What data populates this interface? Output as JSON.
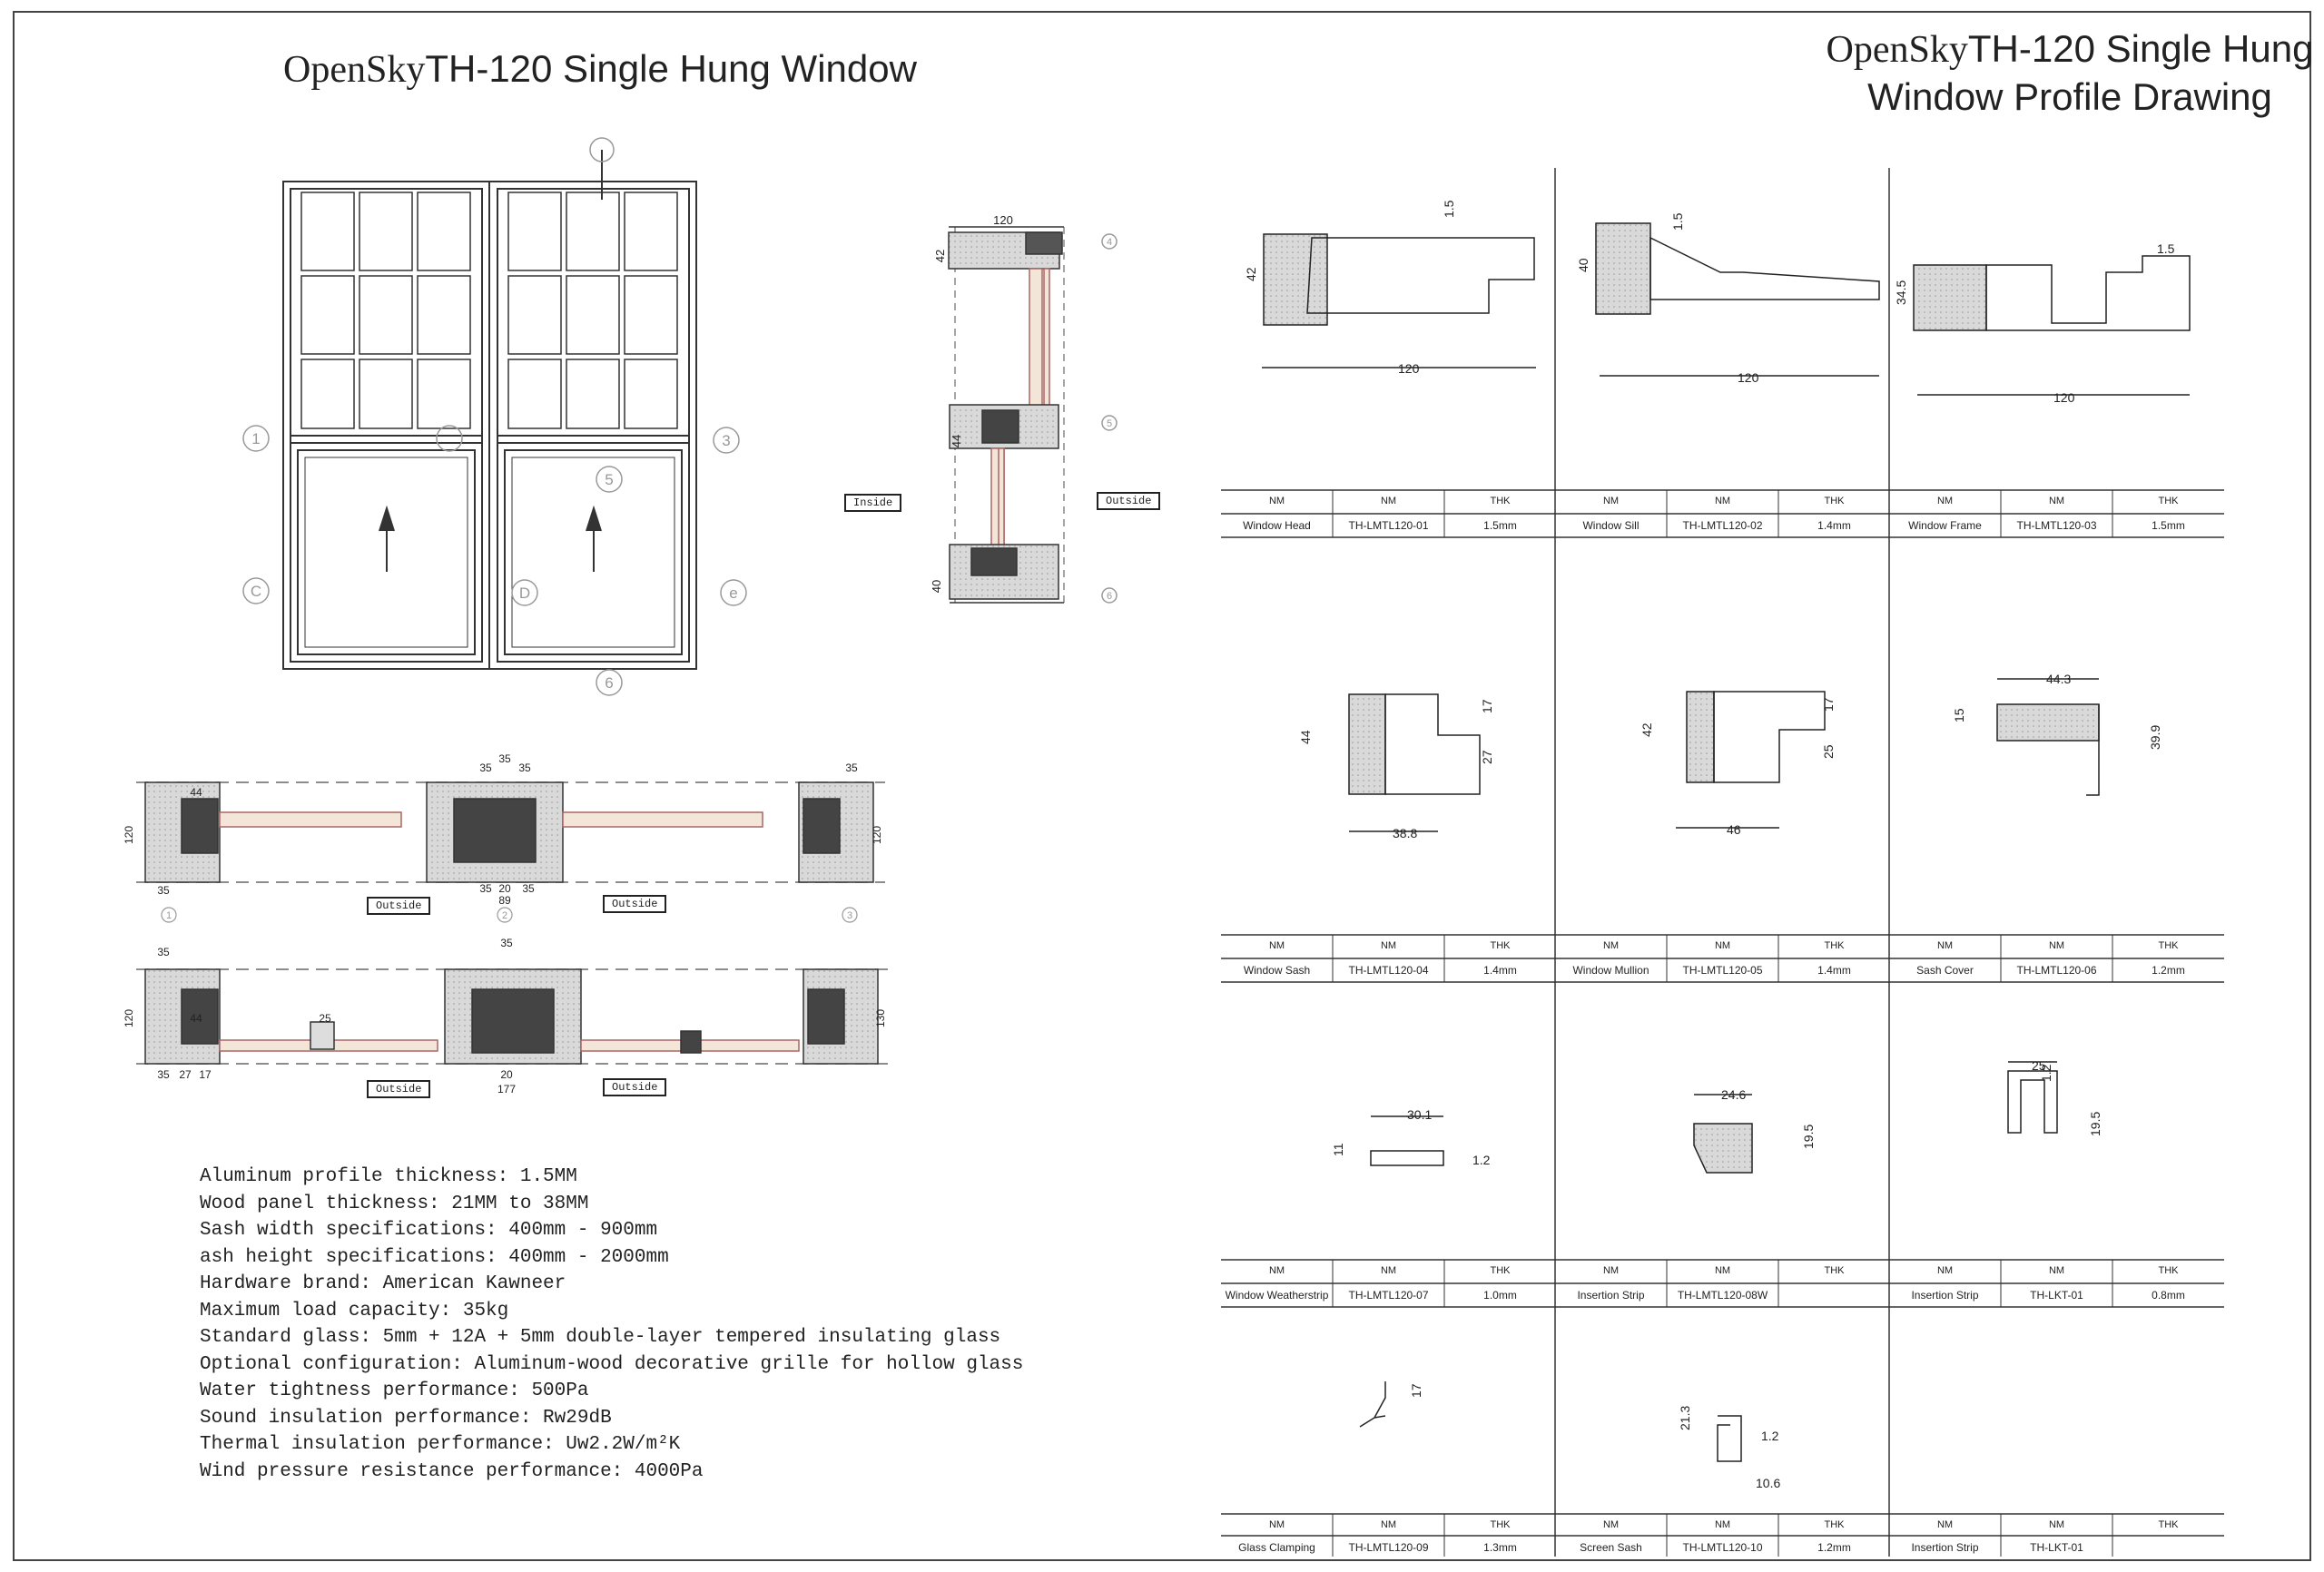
{
  "title_left": {
    "brand": "OpenSky",
    "model": "TH-120 Single Hung Window"
  },
  "title_right": {
    "brand": "OpenSky",
    "model": "TH-120 Single Hung",
    "line2": "Window Profile Drawing"
  },
  "labels": {
    "inside": "Inside",
    "outside": "Outside"
  },
  "callouts": [
    "1",
    "3",
    "C",
    "D",
    "e",
    "4",
    "5",
    "6"
  ],
  "section_dims": {
    "w120": "120",
    "d42": "42",
    "d44": "44",
    "d40": "40"
  },
  "plan_dims": {
    "top": {
      "left_120": "120",
      "d44": "44",
      "d35a": "35",
      "d35b": "35",
      "d35c": "35",
      "d35d": "35",
      "d89": "89",
      "d20": "20",
      "d35e": "35",
      "d35f": "35",
      "right_120": "120",
      "d35g": "35"
    },
    "bottom": {
      "left_120": "120",
      "d35a": "35",
      "d44": "44",
      "d25": "25",
      "d35b": "35",
      "d35c": "35",
      "d27": "27",
      "d17": "17",
      "d177": "177",
      "d20": "20",
      "right_130": "130"
    }
  },
  "circle_nums": {
    "plan1": "1",
    "plan2": "2",
    "plan3": "3"
  },
  "specs": [
    "Aluminum profile thickness: 1.5MM",
    "Wood panel thickness: 21MM to 38MM",
    "Sash width specifications: 400mm - 900mm",
    "ash height specifications: 400mm - 2000mm",
    "Hardware brand: American Kawneer",
    "Maximum load capacity: 35kg",
    "Standard glass: 5mm + 12A + 5mm double-layer tempered insulating glass",
    "Optional configuration: Aluminum-wood decorative grille for hollow glass",
    "Water tightness performance: 500Pa",
    "Sound insulation performance: Rw29dB",
    "Thermal insulation performance: Uw2.2W/m²K",
    "Wind pressure resistance performance: 4000Pa"
  ],
  "table_header": {
    "c1": "NM",
    "c2": "NM",
    "c3": "THK"
  },
  "profiles": [
    {
      "name": "Window Head",
      "code": "TH-LMTL120-01",
      "thk": "1.5mm",
      "dims": [
        "42",
        "1.5",
        "120"
      ]
    },
    {
      "name": "Window Sill",
      "code": "TH-LMTL120-02",
      "thk": "1.4mm",
      "dims": [
        "40",
        "1.5",
        "120"
      ]
    },
    {
      "name": "Window Frame",
      "code": "TH-LMTL120-03",
      "thk": "1.5mm",
      "dims": [
        "34.5",
        "1.5",
        "120"
      ]
    },
    {
      "name": "Window Sash",
      "code": "TH-LMTL120-04",
      "thk": "1.4mm",
      "dims": [
        "44",
        "17",
        "27",
        "38.8"
      ]
    },
    {
      "name": "Window Mullion",
      "code": "TH-LMTL120-05",
      "thk": "1.4mm",
      "dims": [
        "42",
        "17",
        "25",
        "46"
      ]
    },
    {
      "name": "Sash Cover",
      "code": "TH-LMTL120-06",
      "thk": "1.2mm",
      "dims": [
        "44.3",
        "15",
        "39.9"
      ]
    },
    {
      "name": "Window Weatherstrip",
      "code": "TH-LMTL120-07",
      "thk": "1.0mm",
      "dims": [
        "30.1",
        "11",
        "1.2"
      ]
    },
    {
      "name": "Insertion Strip",
      "code": "TH-LMTL120-08W",
      "thk": "",
      "dims": [
        "24.6",
        "19.5"
      ]
    },
    {
      "name": "Insertion Strip",
      "code": "TH-LKT-01",
      "thk": "0.8mm",
      "dims": [
        "25",
        "1.2",
        "19.5"
      ]
    },
    {
      "name": "Glass Clamping",
      "code": "TH-LMTL120-09",
      "thk": "1.3mm",
      "dims": [
        "17"
      ]
    },
    {
      "name": "Screen Sash",
      "code": "TH-LMTL120-10",
      "thk": "1.2mm",
      "dims": [
        "21.3",
        "1.2",
        "10.6"
      ]
    },
    {
      "name": "Insertion Strip",
      "code": "TH-LKT-01",
      "thk": "",
      "dims": []
    }
  ]
}
